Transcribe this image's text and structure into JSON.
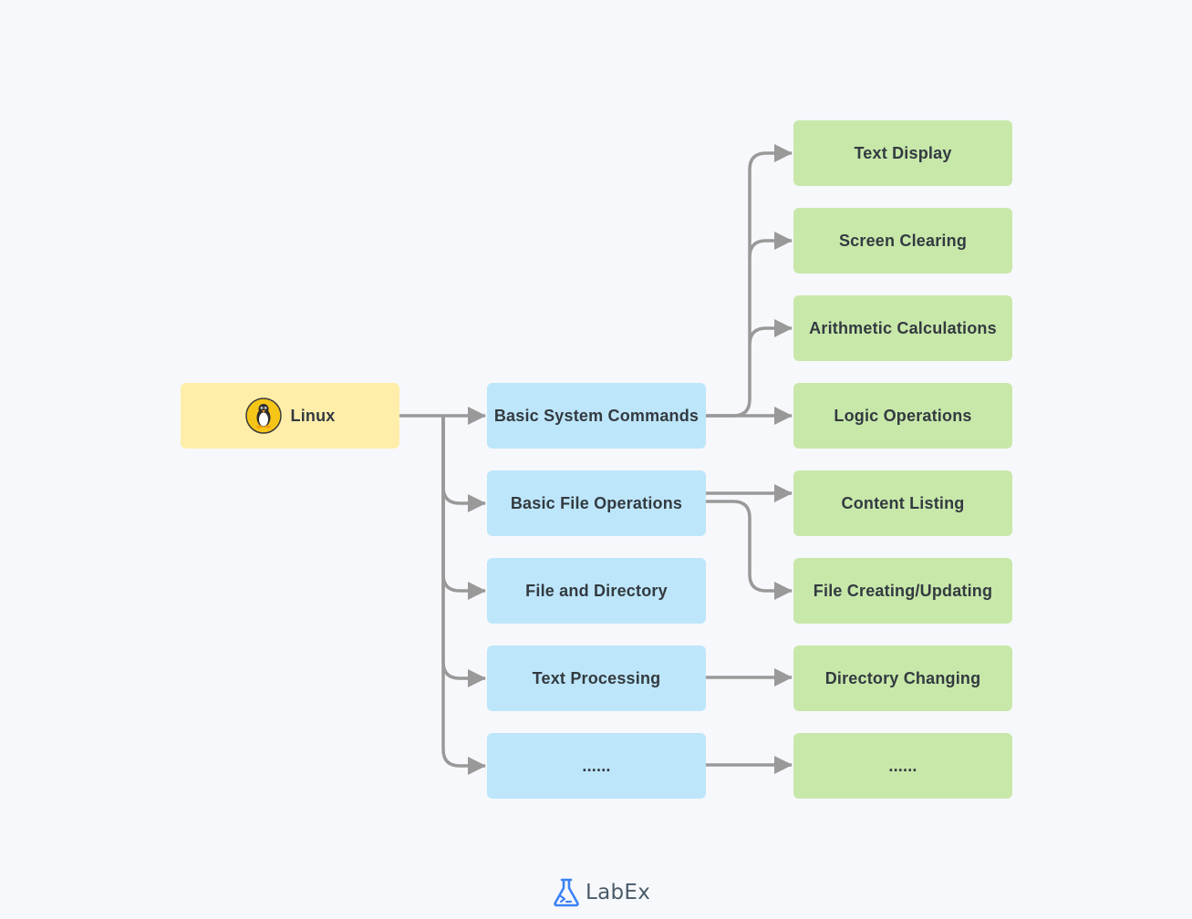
{
  "root": {
    "label": "Linux",
    "icon": "penguin-icon"
  },
  "categories": [
    {
      "label": "Basic System Commands"
    },
    {
      "label": "Basic File Operations"
    },
    {
      "label": "File and Directory"
    },
    {
      "label": "Text Processing"
    },
    {
      "label": "......"
    }
  ],
  "subtopics": [
    {
      "label": "Text Display"
    },
    {
      "label": "Screen Clearing"
    },
    {
      "label": "Arithmetic Calculations"
    },
    {
      "label": "Logic Operations"
    },
    {
      "label": "Content Listing"
    },
    {
      "label": "File Creating/Updating"
    },
    {
      "label": "Directory Changing"
    },
    {
      "label": "......"
    }
  ],
  "footer": {
    "brand": "LabEx",
    "icon": "flask-icon"
  },
  "colors": {
    "root": "#ffeeaa",
    "category": "#bde6fa",
    "subtopic": "#c8e8aa",
    "connector": "#999999",
    "background": "#f7f8fb"
  }
}
